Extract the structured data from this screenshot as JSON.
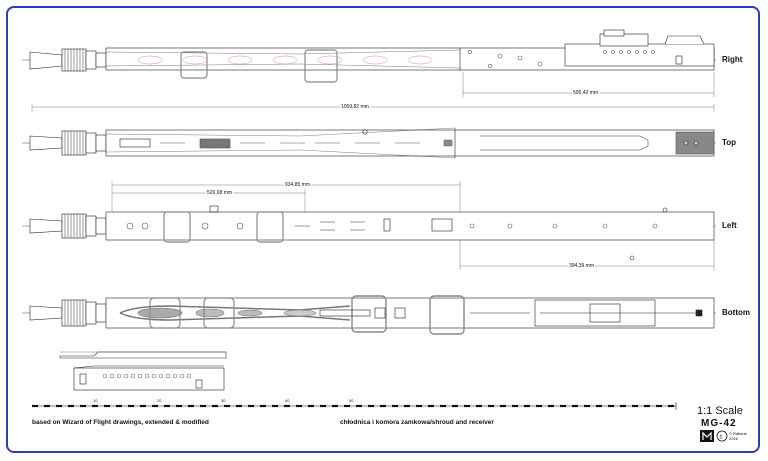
{
  "views": {
    "right": "Right",
    "top": "Top",
    "left": "Left",
    "bottom": "Bottom"
  },
  "dimensions": {
    "right_len": "595,42 mm",
    "top_total": "1059,82 mm",
    "left_long": "934,85 mm",
    "left_mid": "526,68 mm",
    "left_short": "394,39 mm"
  },
  "footer": {
    "credit": "based on Wizard of Flight drawings, extended & modified",
    "caption": "chłodnica i komora zamkowa/shroud and receiver",
    "scale": "1:1 Scale",
    "model": "MG-42",
    "copyright": "© Rafiorts 2016"
  },
  "ruler_ticks": [
    "10",
    "20",
    "30",
    "40",
    "50"
  ]
}
